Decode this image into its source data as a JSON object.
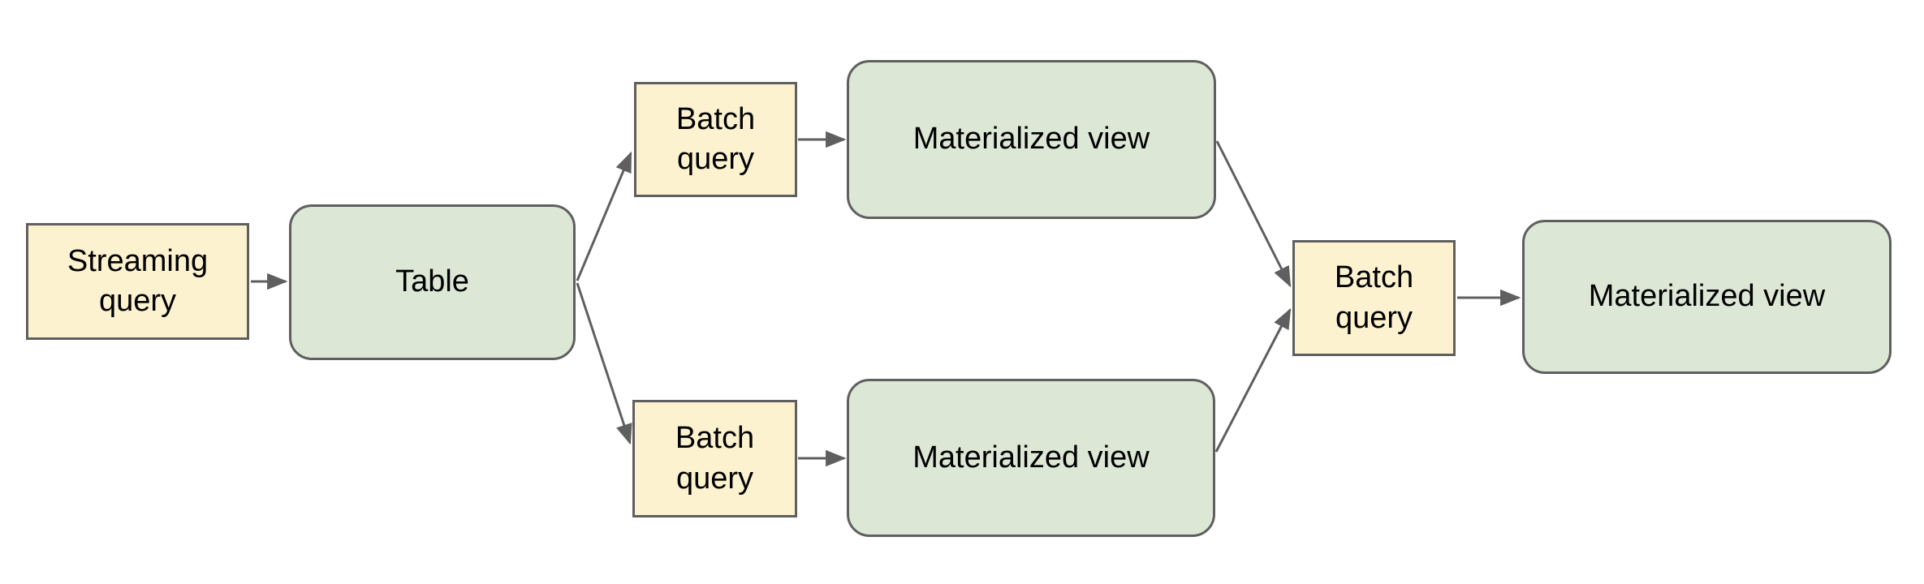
{
  "diagram": {
    "type": "flowchart",
    "background": "#ffffff",
    "colors": {
      "background": "#ffffff",
      "query_fill": "#fcf2cf",
      "view_fill": "#dce8d5",
      "border": "#5f5f5f",
      "arrow": "#5f5f5f",
      "text": "#000000"
    },
    "nodes": [
      {
        "id": "streaming-query",
        "label": "Streaming query",
        "kind": "query"
      },
      {
        "id": "table",
        "label": "Table",
        "kind": "view"
      },
      {
        "id": "batch-query-top",
        "label": "Batch query",
        "kind": "query"
      },
      {
        "id": "materialized-view-top",
        "label": "Materialized view",
        "kind": "view"
      },
      {
        "id": "batch-query-bottom",
        "label": "Batch query",
        "kind": "query"
      },
      {
        "id": "materialized-view-bottom",
        "label": "Materialized view",
        "kind": "view"
      },
      {
        "id": "batch-query-right",
        "label": "Batch query",
        "kind": "query"
      },
      {
        "id": "materialized-view-right",
        "label": "Materialized view",
        "kind": "view"
      }
    ],
    "edges": [
      {
        "from": "streaming-query",
        "to": "table"
      },
      {
        "from": "table",
        "to": "batch-query-top"
      },
      {
        "from": "table",
        "to": "batch-query-bottom"
      },
      {
        "from": "batch-query-top",
        "to": "materialized-view-top"
      },
      {
        "from": "batch-query-bottom",
        "to": "materialized-view-bottom"
      },
      {
        "from": "materialized-view-top",
        "to": "batch-query-right"
      },
      {
        "from": "materialized-view-bottom",
        "to": "batch-query-right"
      },
      {
        "from": "batch-query-right",
        "to": "materialized-view-right"
      }
    ]
  }
}
